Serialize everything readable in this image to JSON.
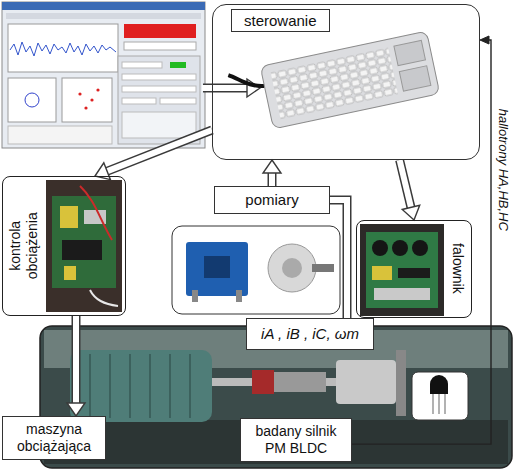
{
  "diagram": {
    "nodes": [
      {
        "text": [
          "sterowanie"
        ]
      },
      {
        "text": [
          "kontrola obciążenia"
        ]
      },
      {
        "text": [
          "falownik"
        ]
      },
      {
        "text": [
          "pomiary"
        ]
      },
      {
        "text": [
          "iA , iB , iC, ωm"
        ]
      },
      {
        "text": [
          "maszyna obciążająca"
        ]
      },
      {
        "text": [
          "badany silnik PM BLDC"
        ]
      }
    ],
    "edges": [
      {
        "from": 0,
        "to": 1,
        "arrow": "to"
      },
      {
        "from": 0,
        "to": 2,
        "arrow": "to"
      },
      {
        "from": 3,
        "to": 0,
        "arrow": "to"
      },
      {
        "from": 4,
        "to": 3,
        "arrow": "none"
      },
      {
        "from": 1,
        "to": 5,
        "arrow": "to"
      },
      {
        "from": 6,
        "to": 0,
        "label": "hallotrony HA,HB,HC",
        "arrow": "to"
      }
    ]
  }
}
